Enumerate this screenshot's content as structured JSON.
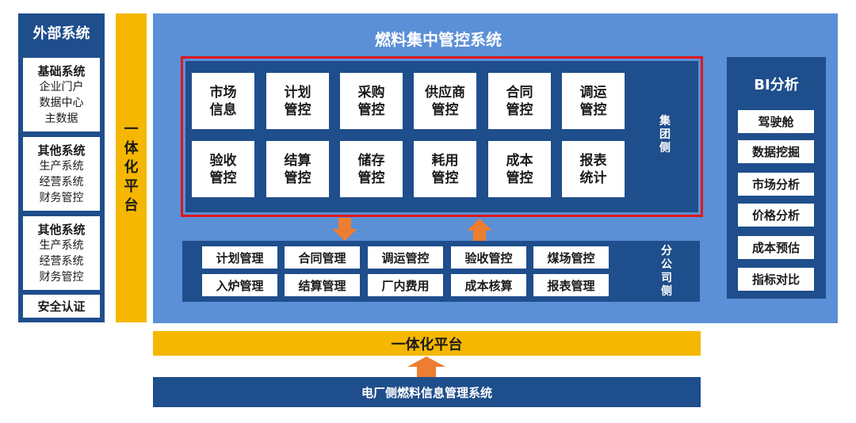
{
  "external": {
    "title": "外部系统",
    "cards": [
      {
        "heading": "基础系统",
        "lines": [
          "企业门户",
          "数据中心",
          "主数据"
        ]
      },
      {
        "heading": "其他系统",
        "lines": [
          "生产系统",
          "经营系统",
          "财务管控"
        ]
      },
      {
        "heading": "其他系统",
        "lines": [
          "生产系统",
          "经营系统",
          "财务管控"
        ]
      }
    ],
    "security": "安全认证"
  },
  "platform_vertical": [
    "一",
    "体",
    "化",
    "平",
    "台"
  ],
  "main": {
    "title": "燃料集中管控系统",
    "group_side": [
      "集",
      "团",
      "侧"
    ],
    "group_modules": [
      [
        "市场",
        "信息"
      ],
      [
        "计划",
        "管控"
      ],
      [
        "采购",
        "管控"
      ],
      [
        "供应商",
        "管控"
      ],
      [
        "合同",
        "管控"
      ],
      [
        "调运",
        "管控"
      ],
      [
        "验收",
        "管控"
      ],
      [
        "结算",
        "管控"
      ],
      [
        "储存",
        "管控"
      ],
      [
        "耗用",
        "管控"
      ],
      [
        "成本",
        "管控"
      ],
      [
        "报表",
        "统计"
      ]
    ],
    "branch_side": [
      "分",
      "公",
      "司",
      "侧"
    ],
    "branch_modules": [
      "计划管理",
      "合同管理",
      "调运管控",
      "验收管控",
      "煤场管控",
      "入炉管理",
      "结算管理",
      "厂内费用",
      "成本核算",
      "报表管理"
    ]
  },
  "bi": {
    "title": "BI分析",
    "items": [
      "驾驶舱",
      "数据挖掘",
      "市场分析",
      "价格分析",
      "成本预估",
      "指标对比"
    ]
  },
  "platform_horizontal": "一体化平台",
  "bottom_system": "电厂侧燃料信息管理系统",
  "colors": {
    "navy": "#1f4e8c",
    "panel_blue": "#5b8fd6",
    "platform_yellow": "#f5b700",
    "highlight_red": "#e0171c",
    "arrow_orange": "#ed7d31"
  }
}
